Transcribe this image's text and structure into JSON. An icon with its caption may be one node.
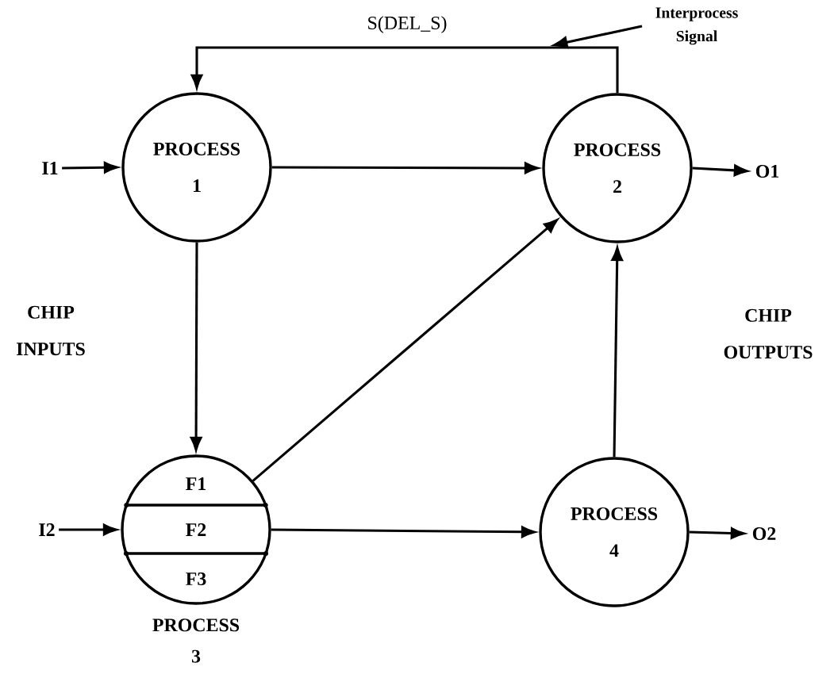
{
  "diagram": {
    "nodes": [
      {
        "text": [
          "I1"
        ]
      },
      {
        "text": [
          "PROCESS 1"
        ]
      },
      {
        "text": [
          "PROCESS 2"
        ]
      },
      {
        "text": [
          "O1"
        ]
      },
      {
        "text": [
          "I2"
        ]
      },
      {
        "text": [
          "F1",
          "F2",
          "F3"
        ],
        "beside": [
          "PROCESS 3"
        ]
      },
      {
        "text": [
          "PROCESS 4"
        ]
      },
      {
        "text": [
          "O2"
        ]
      },
      {
        "text": [
          "Interprocess Signal"
        ]
      }
    ],
    "edges": [
      {
        "from": 0,
        "to": 1,
        "arrow": "to"
      },
      {
        "from": 1,
        "to": 2,
        "arrow": "to"
      },
      {
        "from": 2,
        "to": 3,
        "arrow": "to"
      },
      {
        "from": 2,
        "to": 1,
        "arrow": "to",
        "label": "S(DEL_S)"
      },
      {
        "from": 1,
        "to": 5,
        "arrow": "to"
      },
      {
        "from": 5,
        "to": 2,
        "arrow": "to"
      },
      {
        "from": 4,
        "to": 5,
        "arrow": "to"
      },
      {
        "from": 5,
        "to": 6,
        "arrow": "to"
      },
      {
        "from": 6,
        "to": 2,
        "arrow": "to"
      },
      {
        "from": 6,
        "to": 7,
        "arrow": "to"
      },
      {
        "from": 8,
        "to": null,
        "arrow": "to"
      }
    ],
    "labels": [
      "CHIP INPUTS",
      "CHIP OUTPUTS"
    ]
  }
}
